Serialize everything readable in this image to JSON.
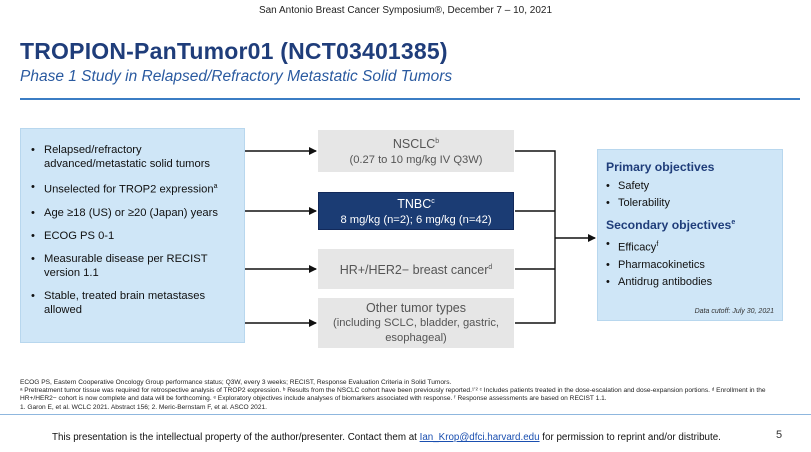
{
  "header": {
    "conference": "San Antonio Breast Cancer Symposium®, December 7 – 10, 2021",
    "title": "TROPION-PanTumor01 (NCT03401385)",
    "subtitle": "Phase 1 Study in Relapsed/Refractory Metastatic Solid Tumors"
  },
  "criteria": [
    {
      "text": "Relapsed/refractory advanced/metastatic solid tumors"
    },
    {
      "text": "Unselected for TROP2 expression",
      "sup": "a"
    },
    {
      "text": "Age ≥18 (US) or ≥20 (Japan) years"
    },
    {
      "text": "ECOG PS 0-1"
    },
    {
      "text": "Measurable disease per RECIST version 1.1"
    },
    {
      "text": "Stable, treated brain metastases allowed"
    }
  ],
  "cohorts": [
    {
      "name": "NSCLC",
      "sup": "b",
      "detail": "(0.27 to 10 mg/kg IV Q3W)"
    },
    {
      "name": "TNBC",
      "sup": "c",
      "detail": "8 mg/kg (n=2); 6 mg/kg (n=42)"
    },
    {
      "name": "HR+/HER2− breast cancer",
      "sup": "d",
      "detail": ""
    },
    {
      "name": "Other tumor types",
      "sup": "",
      "detail": "(including SCLC, bladder, gastric, esophageal)"
    }
  ],
  "objectives": {
    "primary_heading": "Primary objectives",
    "primary": [
      {
        "text": "Safety"
      },
      {
        "text": "Tolerability"
      }
    ],
    "secondary_heading": "Secondary objectives",
    "secondary_sup": "e",
    "secondary": [
      {
        "text": "Efficacy",
        "sup": "f"
      },
      {
        "text": "Pharmacokinetics"
      },
      {
        "text": "Antidrug antibodies"
      }
    ],
    "cutoff": "Data cutoff: July 30, 2021"
  },
  "footnotes": [
    "ECOG PS, Eastern Cooperative Oncology Group performance status; Q3W, every 3 weeks; RECIST, Response Evaluation Criteria in Solid Tumors.",
    "ᵃ Pretreatment tumor tissue was required for retrospective analysis of TROP2 expression. ᵇ Results from the NSCLC cohort have been previously reported.¹ʼ² ᶜ Includes patients treated in the dose-escalation and dose-expansion portions. ᵈ Enrollment in the HR+/HER2− cohort is now complete and data will be forthcoming. ᵉ Exploratory objectives include analyses of biomarkers associated with response. ᶠ Response assessments are based on RECIST 1.1.",
    "1. Garon E, et al. WCLC 2021. Abstract 156; 2. Meric-Bernstam F, et al. ASCO 2021."
  ],
  "footer": {
    "before": "This presentation is the intellectual property of the author/presenter. Contact them at ",
    "email": "Ian_Krop@dfci.harvard.edu",
    "after": " for permission to reprint and/or distribute.",
    "page": "5"
  },
  "colors": {
    "title": "#1f3d7a",
    "subtitle": "#2a5aa0",
    "panel": "#cfe6f7",
    "cohort_gray": "#e6e6e6",
    "cohort_dark": "#1b3c74"
  }
}
